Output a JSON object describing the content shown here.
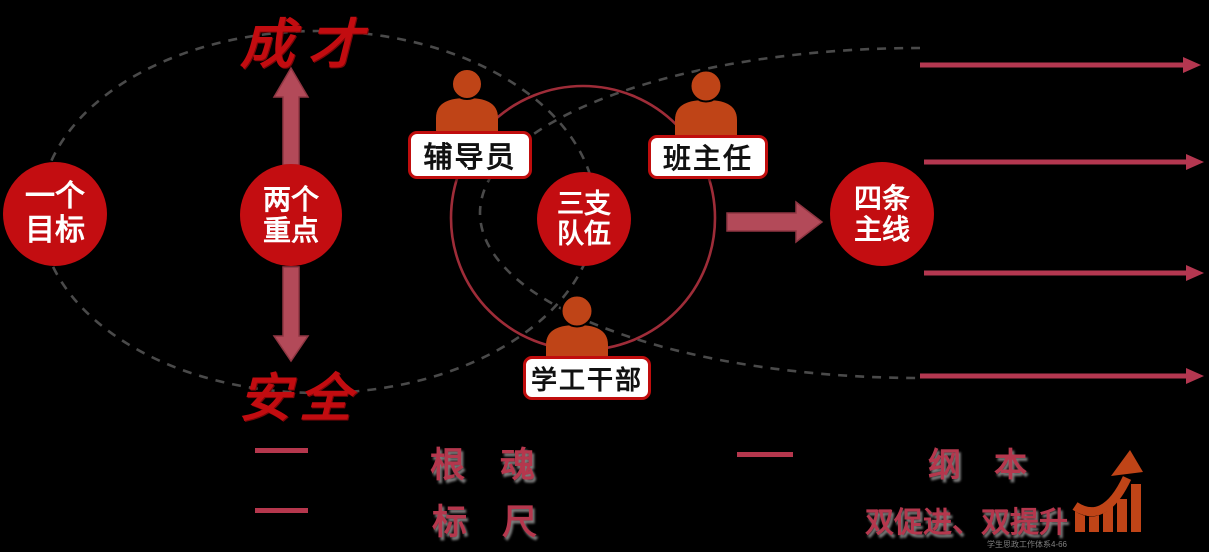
{
  "scene": {
    "top_goal": "成才",
    "bottom_goal": "安全"
  },
  "circles": [
    {
      "line1": "一个",
      "line2": "目标"
    },
    {
      "line1": "两个",
      "line2": "重点"
    },
    {
      "line1": "三支",
      "line2": "队伍"
    },
    {
      "line1": "四条",
      "line2": "主线"
    }
  ],
  "roles": [
    {
      "label": "辅导员",
      "icon": "person-icon"
    },
    {
      "label": "班主任",
      "icon": "person-icon"
    },
    {
      "label": "学工干部",
      "icon": "person-icon"
    }
  ],
  "legend": {
    "row1_left": "根　魂",
    "row1_right": "纲　本",
    "row2_left": "标　尺",
    "row2_right": "双促进、双提升",
    "icon": "growth-arrow-icon"
  },
  "watermark": "学生思政工作体系4-66",
  "colors": {
    "bright_red": "#c30d11",
    "calligraphy_red": "#c20c10",
    "rose_arrow": "#b34a59",
    "crimson_arrow": "#b43750",
    "maroon_ring": "#9e2c38",
    "dash_gray": "#4a4a4a",
    "person_orange": "#bf4417",
    "label_border": "#c00d0d",
    "legend_red": "#b5374d"
  }
}
